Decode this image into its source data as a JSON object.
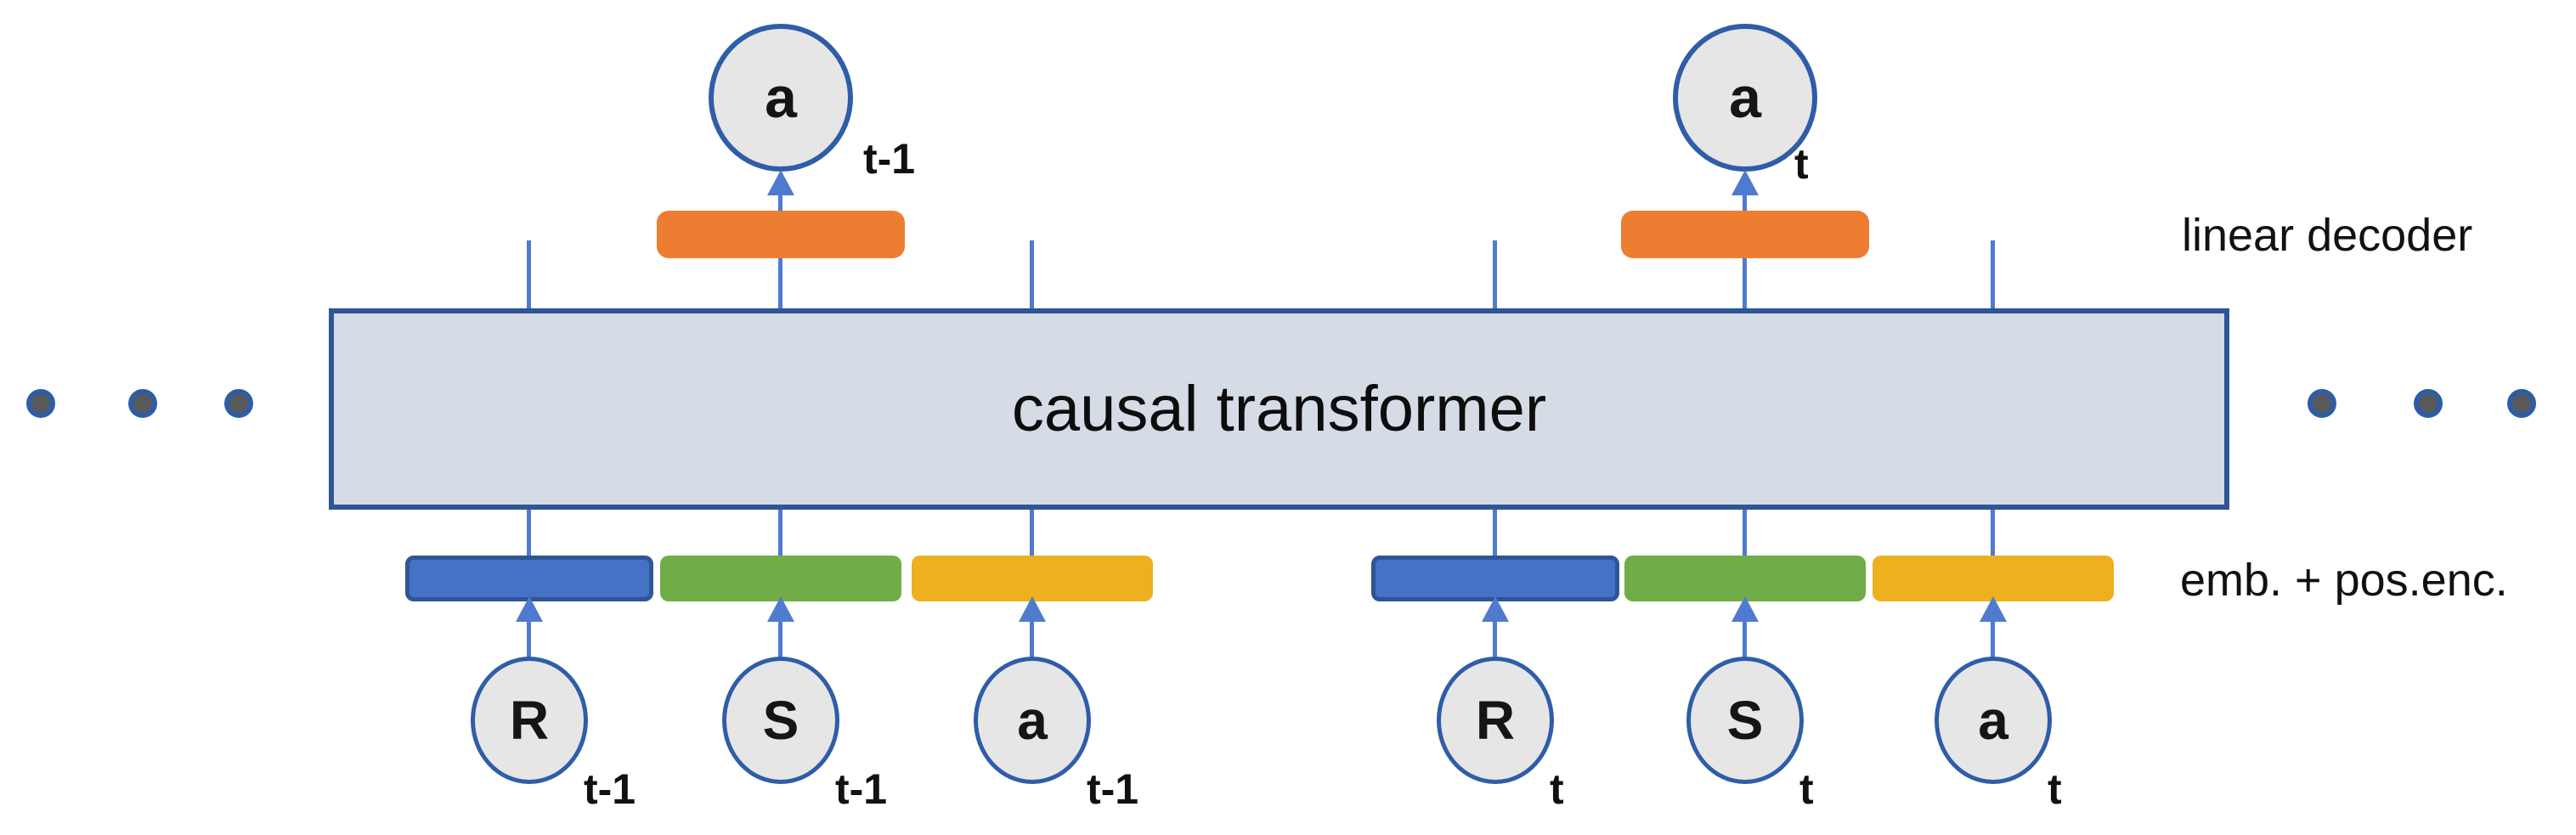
{
  "title": "causal transformer",
  "side_labels": {
    "linear_decoder": "linear decoder",
    "embedding": "emb. + pos.enc."
  },
  "groups": [
    {
      "subscript": "t-1",
      "output": {
        "symbol": "a",
        "subscript": "t-1"
      },
      "inputs": [
        {
          "symbol": "R",
          "token_color_name": "blue"
        },
        {
          "symbol": "S",
          "token_color_name": "green"
        },
        {
          "symbol": "a",
          "token_color_name": "yellow"
        }
      ]
    },
    {
      "subscript": "t",
      "output": {
        "symbol": "a",
        "subscript": "t"
      },
      "inputs": [
        {
          "symbol": "R",
          "token_color_name": "blue"
        },
        {
          "symbol": "S",
          "token_color_name": "green"
        },
        {
          "symbol": "a",
          "token_color_name": "yellow"
        }
      ]
    }
  ],
  "ellipsis": {
    "left_dots": 3,
    "right_dots": 3
  },
  "colors": {
    "box_fill": "#D6DCE5",
    "box_border": "#2F5597",
    "accent_blue": "#4472C4",
    "accent_blue_dark": "#2F5597",
    "accent_green": "#70AD47",
    "accent_yellow": "#EDB01F",
    "accent_orange": "#ED7D31",
    "circle_fill": "#E7E6E6",
    "circle_border": "#2F5DA8",
    "line_blue": "#4F7BCE",
    "dot_fill": "#595959",
    "dot_ring": "#2E5DA6"
  }
}
